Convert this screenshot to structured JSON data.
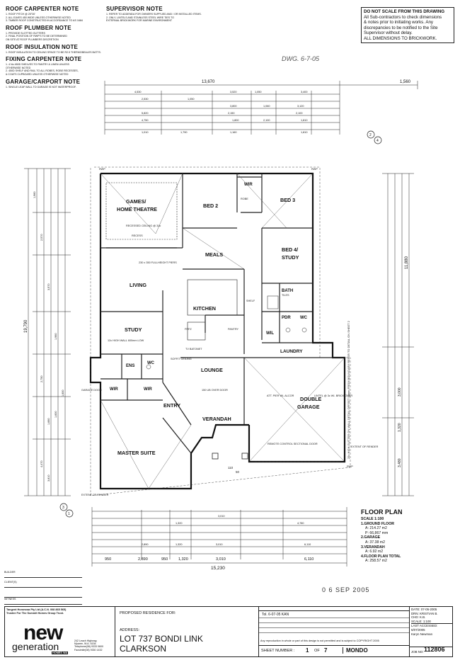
{
  "notes": {
    "roof_carpenter": {
      "title": "ROOF CARPENTER NOTE",
      "lines": [
        "1. ROOF PITCH @ 25°30'",
        "2. ALL EAVES 450 WIDE UNLESS OTHERWISE NOTED",
        "3. TIMBER ROOF CONSTRUCTED IN ACCORDANCE TO AS 1684"
      ]
    },
    "roof_plumber": {
      "title": "ROOF PLUMBER NOTE",
      "lines": [
        "1. PROVIDE SLOTTED GUTTERS",
        "2. FINAL POSITION OF RWP'S TO BE DETERMINED",
        "   ON SITE AT ROOF PLUMBERS DISCRETION"
      ]
    },
    "roof_insulation": {
      "title": "ROOF INSULATION NOTE",
      "lines": [
        "1. ROOF INSULATION TO CEILING SPACE TO BE R2.5 THERMOBEALES BATTS."
      ]
    },
    "fixing_carpenter": {
      "title": "FIXING CARPENTER NOTE",
      "lines": [
        "1. 4 No 450D SHELVES TO PANTRY & LINEN UNLESS",
        "   OTHERWISE NOTED",
        "2. 450D SHELF AND RAIL TO ALL ROBES, ROBE RECESSES,",
        "   & COATS CUPBOARD UNLESS OTHERWISE NOTED"
      ]
    },
    "garage_carport": {
      "title": "GARAGE/CARPORT NOTE",
      "lines": [
        "1. SINGLE LEAF WALL TO GARAGE IS NOT WATERPROOF."
      ]
    },
    "supervisor": {
      "title": "SUPERVISOR NOTE",
      "lines": [
        "1. REFER TO ADDENDA FOR OWNERS SUPPLIED AND / OR INSTALLED ITEMS.",
        "2. ONLY, LINTELS AND STAINLESS STEEL WIRE TIES TO",
        "   EXTERNAL BRICKWORK FOR MARINE ENVIRONMENT"
      ]
    }
  },
  "warning": [
    "DO NOT SCALE FROM THIS DRAWING",
    "All Sub-contractors to check dimensions",
    "& notes prior to initiating works. Any",
    "discrepancies to be notified to the Site",
    "Supervisor without delay.",
    "ALL DIMENSIONS TO BRICKWORK."
  ],
  "rooms": {
    "games": "GAMES/",
    "home_theatre": "HOME THEATRE",
    "bed2": "BED 2",
    "bed3": "BED 3",
    "wir": "WIR",
    "bed4": "BED 4/",
    "study_b4": "STUDY",
    "meals": "MEALS",
    "living": "LIVING",
    "kitchen": "KITCHEN",
    "bath": "BATH",
    "pdr": "PDR",
    "wc": "WC",
    "wil": "WIL",
    "laundry": "LAUNDRY",
    "study": "STUDY",
    "ens": "ENS",
    "lounge": "LOUNGE",
    "wir_a": "WIR",
    "wir_b": "WIR",
    "entry": "ENTRY",
    "verandah": "VERANDAH",
    "double": "DOUBLE",
    "garage": "GARAGE",
    "master": "MASTER SUITE"
  },
  "plan_labels": {
    "recessed": "RECESSED CEILING @ 31c",
    "full_height": "230 x 350 FULLHEIGHT PIERS",
    "pantry": "PANTRY",
    "robe": "ROBE",
    "shelf": "SHELF",
    "tiles": "TILES",
    "recess": "RECESS",
    "rmp": "RWP",
    "soffit": "SOFFIT CEILING",
    "ub_over_door": "150 UB OVER DOOR",
    "remote": "REMOTE CONTROL SECTIONAL DOOR",
    "extent_render": "EXTENT OF RENDER",
    "gutter": "25c HIGH GUTTER ON WALL DETAIL OFFSET 50mm FROM BOUNDARY REFER TO DETAIL ON SHEET 2",
    "att_pier": "ATT. PIER WI- ALCOR",
    "lintel": "LINTEL @ 3c WI- BRICK OVER",
    "fridge": "FRFZ",
    "tv": "TV BATONET",
    "low_wall": "12c HIGH WALL 600mm LOW",
    "dim_110": "110",
    "dim_50": "50"
  },
  "dims": {
    "overall_top": "13,670",
    "right_top": "1,560",
    "overall_bottom": "15,230",
    "left_total": "19,790",
    "right_total": "11,880",
    "right_bottom": "3,000",
    "top_row1": [
      "4,530",
      "3,520",
      "1,050",
      "3,400"
    ],
    "top_row2": [
      "2,530",
      "1,050",
      "3,800",
      "1,060",
      "3,120"
    ],
    "top_row3": [
      "5,820",
      "2,150",
      "2,100"
    ],
    "top_row4": [
      "4,750",
      "1,800",
      "2,100",
      "1,810"
    ],
    "top_row5": [
      "1,010",
      "1,790",
      "1,160",
      "1,810"
    ],
    "bot_row1": [
      "3,010",
      "1,320",
      "4,780"
    ],
    "bot_row2": [
      "2,890",
      "1,320",
      "3,010",
      "6,110"
    ],
    "bot_row3": [
      "950",
      "2,890",
      "950",
      "1,320",
      "3,010",
      "6,110"
    ],
    "left_col": [
      "1,960",
      "2,570",
      "3,570",
      "1,960",
      "2,750",
      "1,660",
      "1,600",
      "1,600",
      "4,470",
      "3,810"
    ],
    "right_col": [
      "1,560",
      "3,000",
      "1,320",
      "3,480"
    ]
  },
  "labels_side": {
    "eave": "EAVE",
    "ext": "EXTENT OF RENDER",
    "garage_leaf": "GARAGE DOOR"
  },
  "floor_plan": {
    "title": "FLOOR PLAN",
    "scale": "SCALE 1:100",
    "lines": [
      {
        "label": "1.GROUND FLOOR",
        "bold": true
      },
      {
        "label": "A: 214.27 m2",
        "bold": false
      },
      {
        "label": "P: 66,867 mm",
        "bold": false
      },
      {
        "label": "2.GARAGE",
        "bold": true
      },
      {
        "label": "A: 37.38 m2",
        "bold": false
      },
      {
        "label": "3.VERANDAH",
        "bold": true
      },
      {
        "label": "A: 6.92 m2",
        "bold": false
      },
      {
        "label": "4.FLOOR PLAN TOTAL",
        "bold": true
      },
      {
        "label": "A: 258.57 m2",
        "bold": false
      }
    ]
  },
  "sign": {
    "builder": "BUILDER",
    "client1": "CLIENT(S)",
    "client2": "",
    "witness": "WITNESS"
  },
  "stamp": "0 6 SEP 2005",
  "title_block": {
    "company": [
      "Tangent Homeswa Pty Ltd (A.C.N. 008 865 565)",
      "Trustee For The Summit Homes Group Trust."
    ],
    "logo_new": "new",
    "logo_gen": "generation",
    "logo_homes": "HOMES WA",
    "address_small": [
      "242 Leach Highway,",
      "Myaree, W.A. 6154.",
      "Telephone(08) 9333 0600",
      "Facsimile(08) 9330 1432"
    ],
    "proposed": "PROPOSED RESIDENCE FOR:",
    "address_label": "ADDRESS:",
    "address1": "LOT 737 BONDI LINK",
    "address2": "CLARKSON",
    "rev_note": "Any reproduction in whole or part of this design is not permitted and is subject to COPYRIGHT 2005",
    "rev_line": "Tol.  6-07-05  KAN",
    "sheet_label": "SHEET NUMBER :",
    "sheet_num": "1",
    "sheet_of": "OF",
    "sheet_total": "7",
    "design": "MONDO",
    "date": "DATE: 07-05-2005",
    "drn": "DRN:  KRISTIAN B.",
    "chd": "CHD:  K.B.",
    "scale": "SCALE: 1:100",
    "last": "LAST ACCESSED:",
    "last_date": "6/07/2005",
    "last_by": "Karyn Newman",
    "job_label": "JOB NO:",
    "job": "112806"
  },
  "grid_marks": {
    "top_a": "2",
    "top_b": "4",
    "bottom_a": "3",
    "bottom_b": "1"
  },
  "handwrite": "DWG. 6-7-05"
}
